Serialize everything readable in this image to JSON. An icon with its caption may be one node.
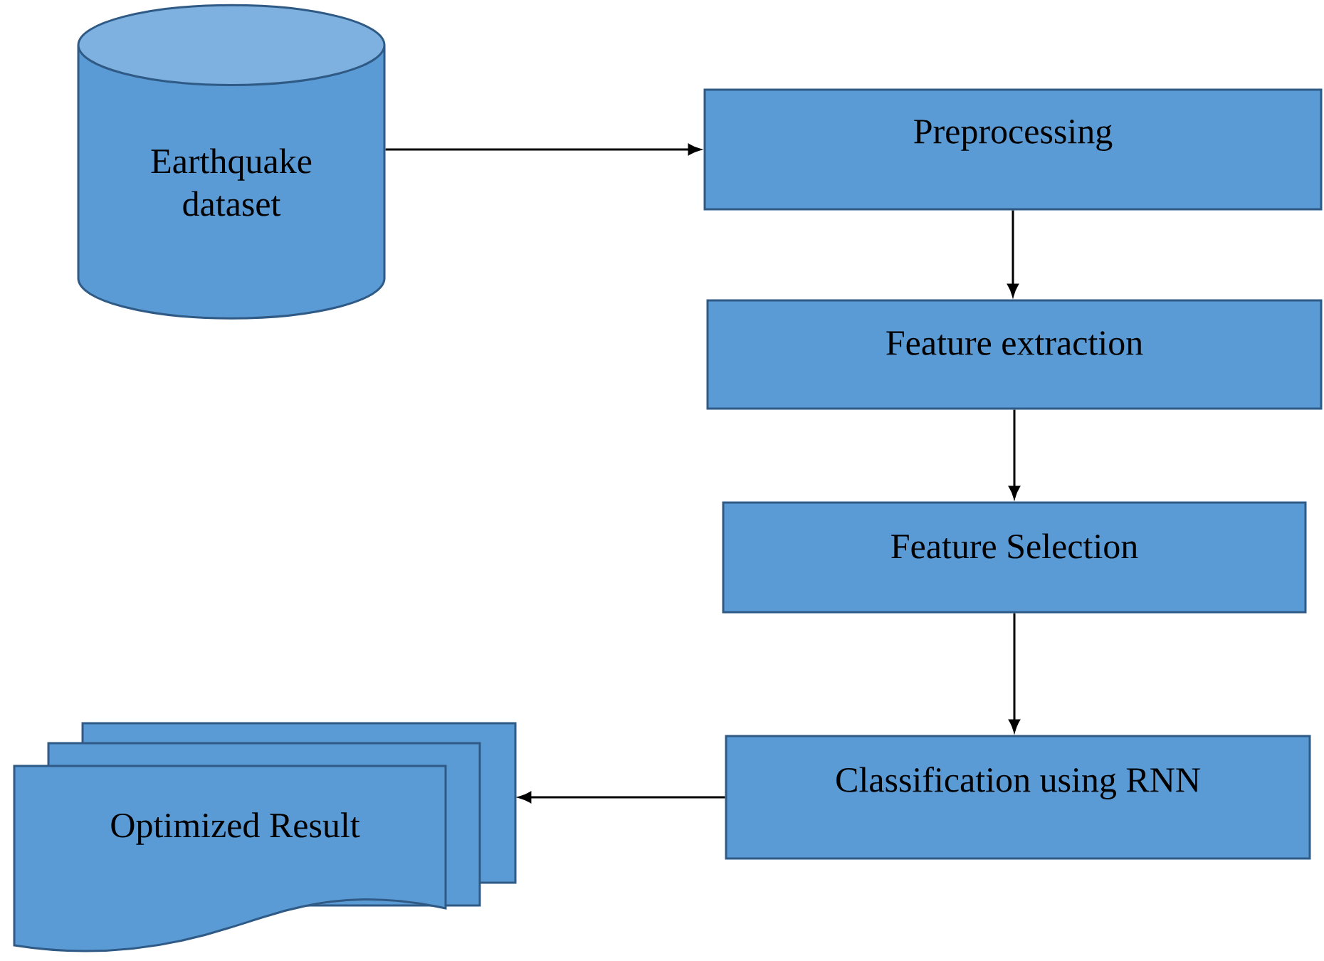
{
  "diagram": {
    "nodes": [
      {
        "text": [
          "Earthquake dataset"
        ]
      },
      {
        "text": [
          "Preprocessing"
        ]
      },
      {
        "text": [
          "Feature extraction"
        ]
      },
      {
        "text": [
          "Feature Selection"
        ]
      },
      {
        "text": [
          "Classification using RNN"
        ]
      },
      {
        "text": [
          "Optimized Result"
        ]
      }
    ],
    "edges": [
      {
        "from": 0,
        "to": 1,
        "arrow": "to"
      },
      {
        "from": 1,
        "to": 2,
        "arrow": "to"
      },
      {
        "from": 2,
        "to": 3,
        "arrow": "to"
      },
      {
        "from": 3,
        "to": 4,
        "arrow": "to"
      },
      {
        "from": 4,
        "to": 5,
        "arrow": "to"
      }
    ]
  }
}
